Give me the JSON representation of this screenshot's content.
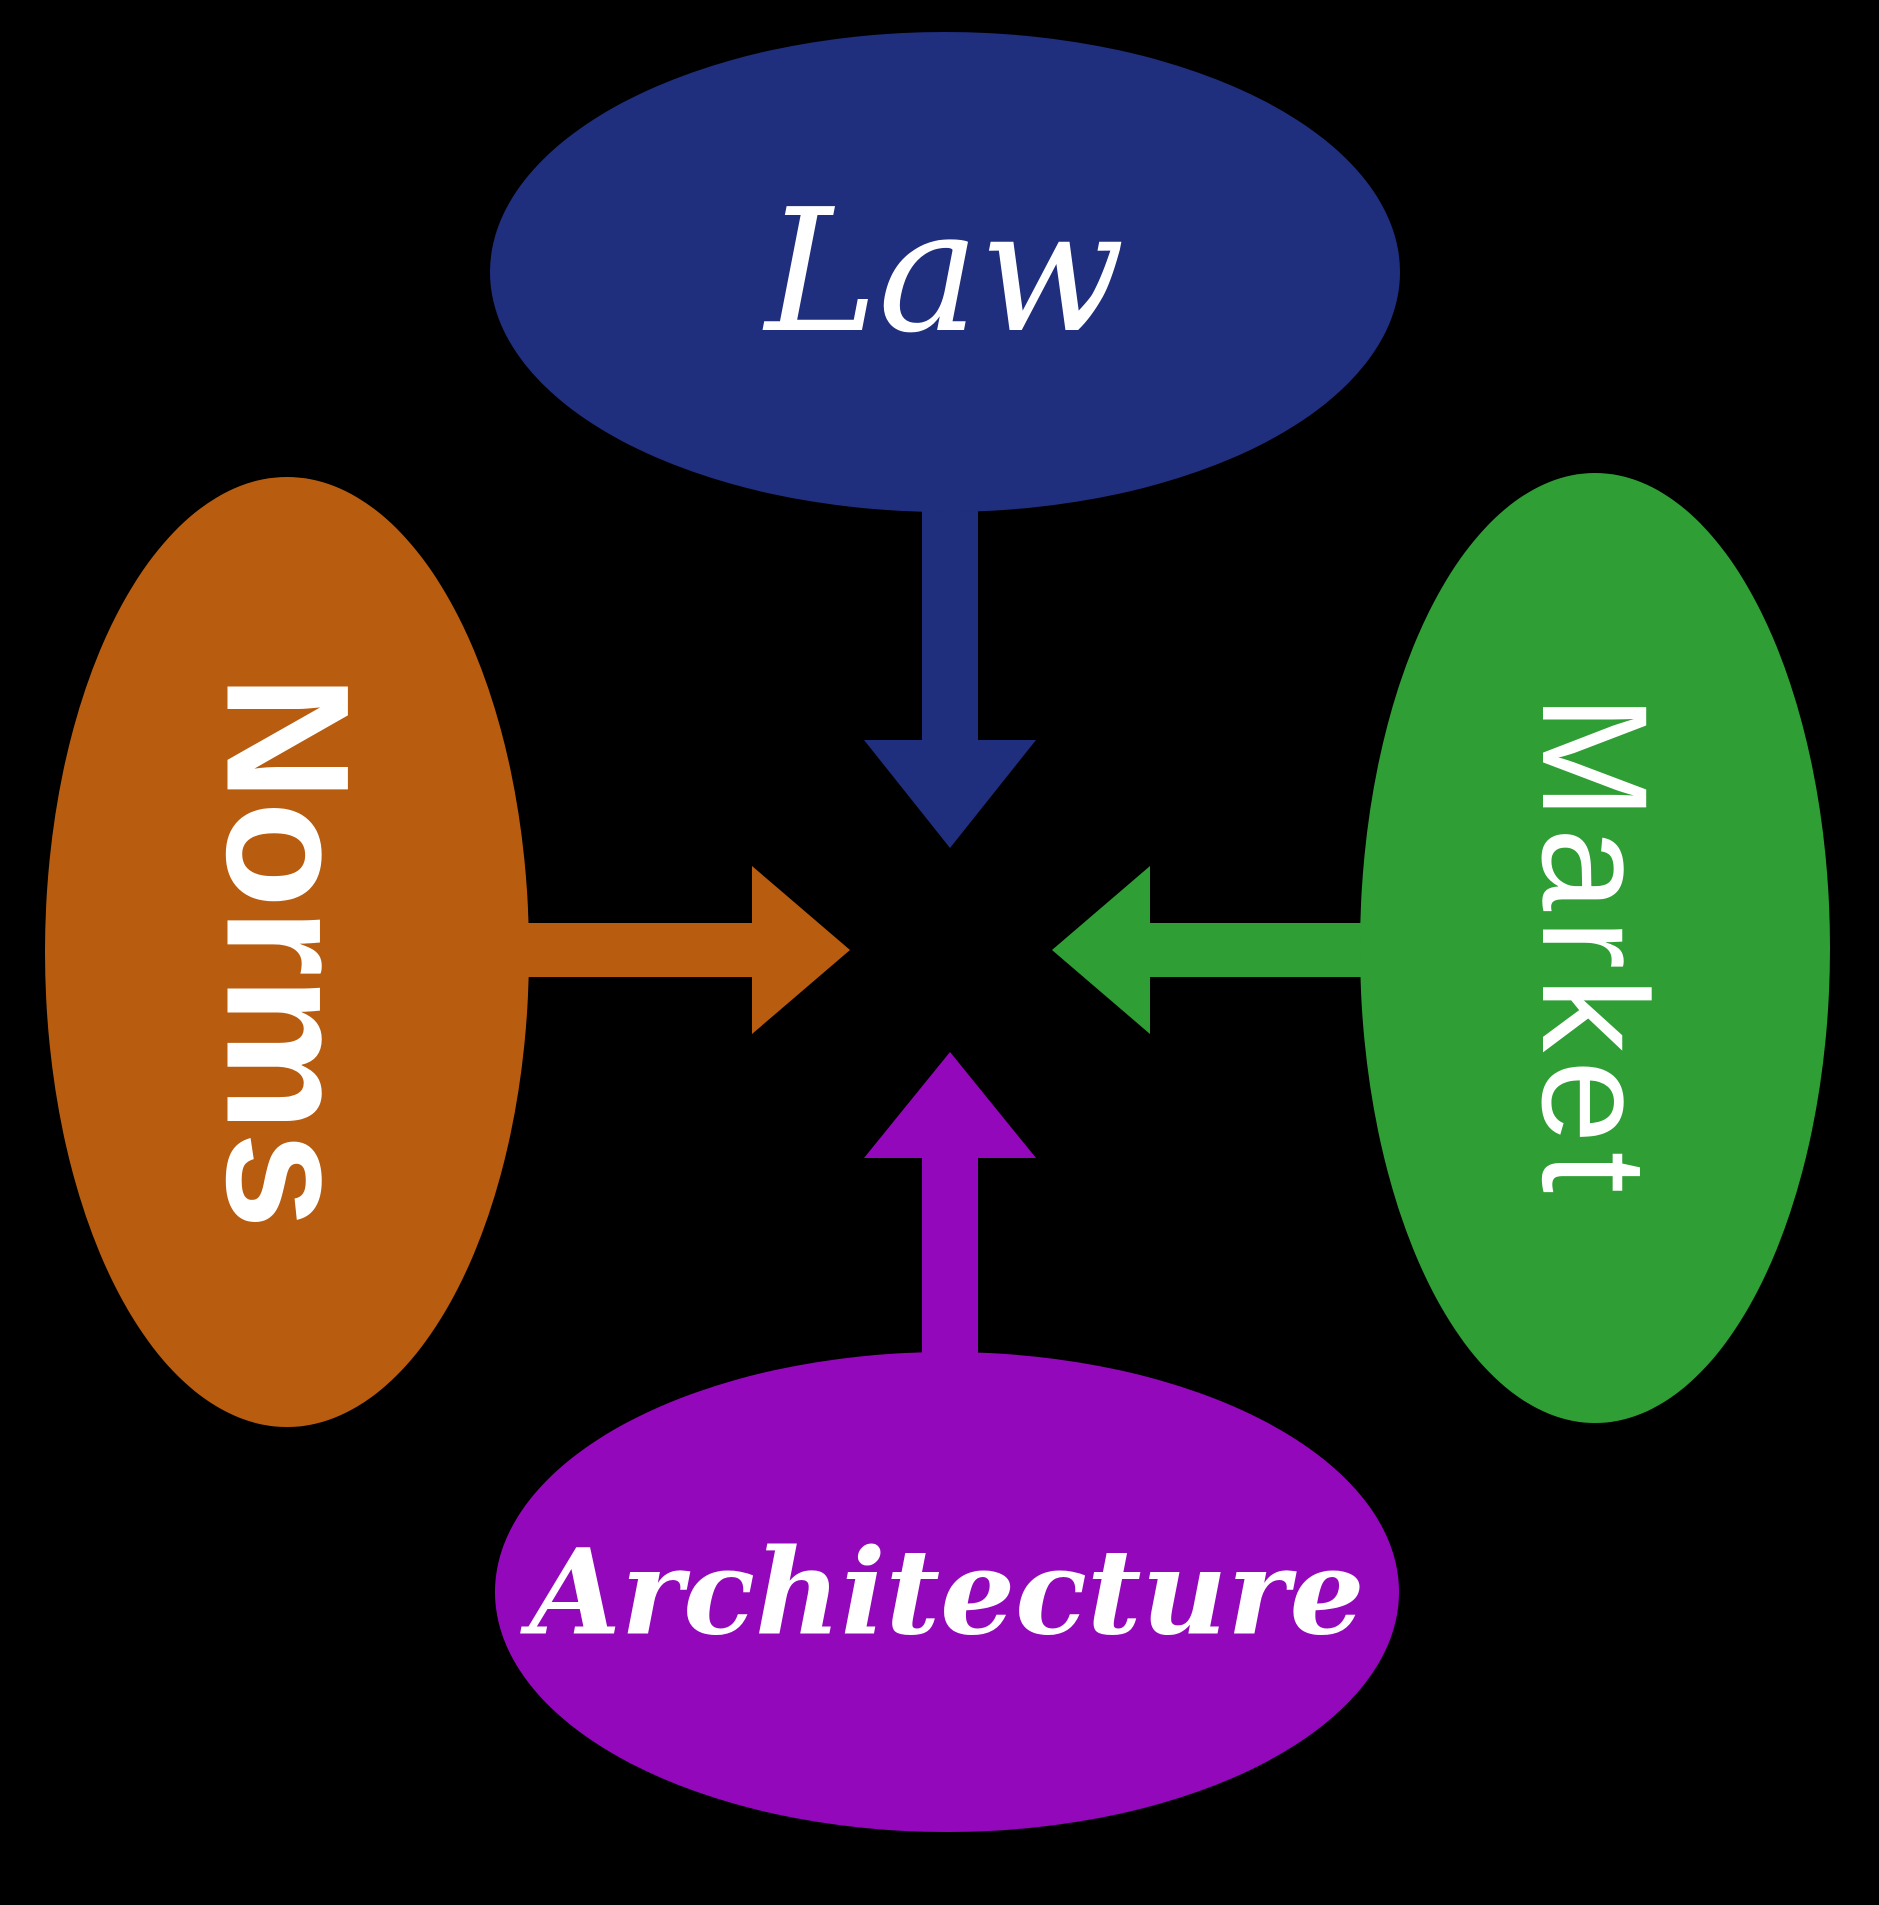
{
  "background": "#000000",
  "diagram": {
    "description": "Four forces converging on a central point",
    "text_color": "#ffffff",
    "nodes": {
      "law": {
        "label": "Law",
        "color": "#1f2e7d",
        "position": "top"
      },
      "norms": {
        "label": "Norms",
        "color": "#b85c10",
        "position": "left"
      },
      "market": {
        "label": "Market",
        "color": "#2f9e35",
        "position": "right"
      },
      "architecture": {
        "label": "Architecture",
        "color": "#9408bb",
        "position": "bottom"
      }
    },
    "arrows": {
      "law_to_center": {
        "color": "#1f2e7d",
        "direction": "down"
      },
      "norms_to_center": {
        "color": "#b85c10",
        "direction": "right"
      },
      "market_to_center": {
        "color": "#2f9e35",
        "direction": "left"
      },
      "architecture_to_center": {
        "color": "#9408bb",
        "direction": "up"
      }
    }
  }
}
